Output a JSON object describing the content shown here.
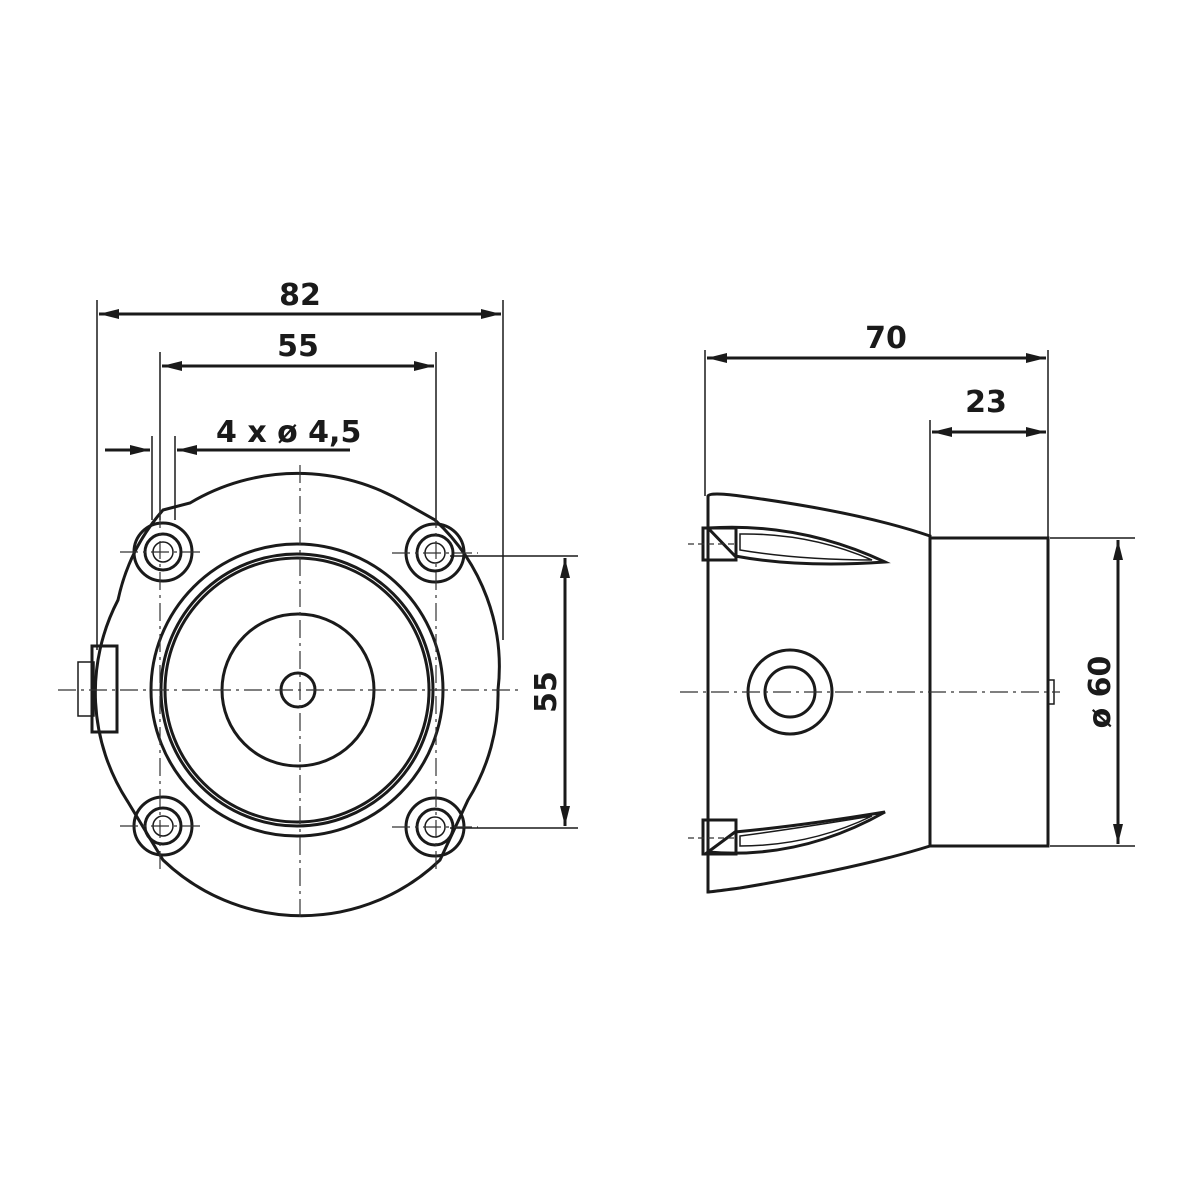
{
  "front_view": {
    "dim_overall_width": "82",
    "dim_hole_spacing_horizontal": "55",
    "dim_holes": "4 x ø 4,5",
    "dim_hole_spacing_vertical": "55"
  },
  "side_view": {
    "dim_overall_depth": "70",
    "dim_ring_depth": "23",
    "dim_diameter": "ø 60"
  },
  "colors": {
    "line": "#1a1a1a",
    "body_light": "#ececec",
    "body_shadow": "#b8b8b8"
  }
}
